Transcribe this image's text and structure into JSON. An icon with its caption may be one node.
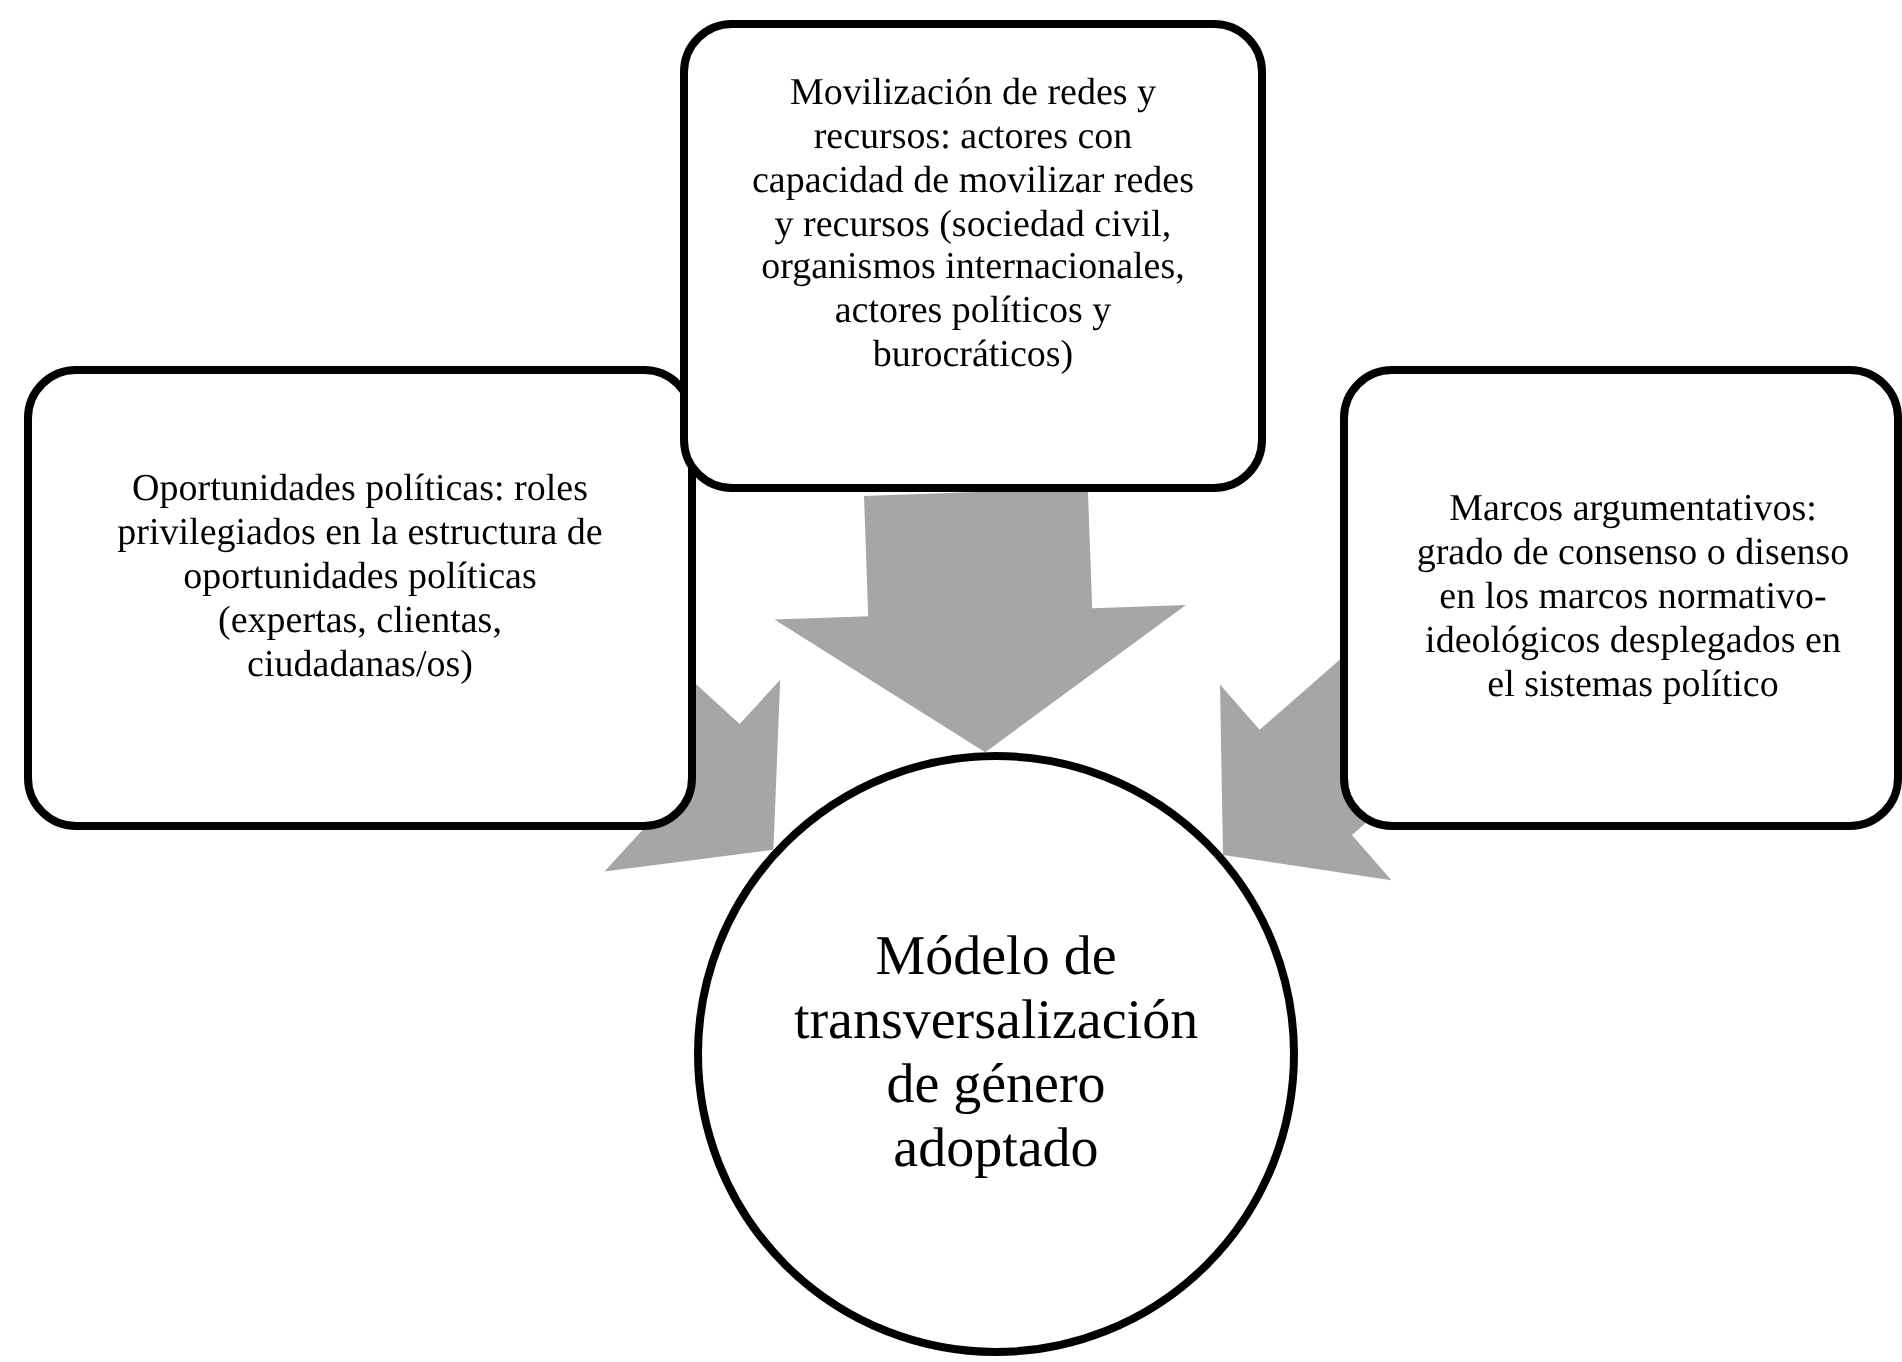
{
  "diagram": {
    "nodes": [
      {
        "text": [
          "Oportunidades políticas: roles privilegiados en la estructura de oportunidades políticas (expertas, clientas, ciudadanas/os)"
        ]
      },
      {
        "text": [
          "Movilización de redes y recursos: actores con capacidad de movilizar redes y recursos (sociedad civil, organismos internacionales, actores políticos y burocráticos)"
        ]
      },
      {
        "text": [
          "Marcos argumentativos: grado de consenso o disenso en los marcos normativo-ideológicos desplegados en el sistemas político"
        ]
      },
      {
        "text": [
          "Módelo de transversalización de género adoptado"
        ]
      }
    ],
    "edges": [
      {
        "from": 0,
        "to": 3,
        "arrow": "to"
      },
      {
        "from": 1,
        "to": 3,
        "arrow": "to"
      },
      {
        "from": 2,
        "to": 3,
        "arrow": "to"
      }
    ]
  }
}
